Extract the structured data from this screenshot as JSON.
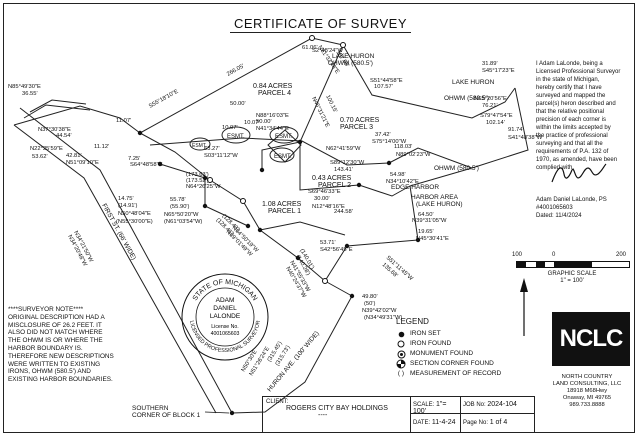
{
  "title": "CERTIFICATE OF SURVEY",
  "certification": [
    "I Adam LaLonde, being a",
    "Licensed Professional Surveyor",
    "in the state of Michigan,",
    "hereby certify that I have",
    "surveyed and mapped the",
    "parcel(s) heron described and",
    "that the relative positional",
    "precision of each corner is",
    "within the limits accepted by",
    "the practice of professional",
    "surveying and that all the",
    "requirements of P.A. 132 of",
    "1970, as amended, have been",
    "complied with."
  ],
  "signer": {
    "name": "Adam Daniel LaLonde, PS",
    "license": "#4001065603",
    "date": "Dated: 11/4/2024"
  },
  "graphic_scale": {
    "ticks": [
      "100",
      "0",
      "200"
    ],
    "label": "GRAPHIC SCALE",
    "units": "1\" = 100'"
  },
  "legend": {
    "title": "LEGEND",
    "items": [
      {
        "label": "IRON SET",
        "icon": "filled-dot-icon"
      },
      {
        "label": "IRON FOUND",
        "icon": "open-circle-icon"
      },
      {
        "label": "MONUMENT FOUND",
        "icon": "monument-icon"
      },
      {
        "label": "SECTION CORNER FOUND",
        "icon": "section-corner-icon"
      },
      {
        "label": "MEASUREMENT OF RECORD",
        "icon": "parentheses-icon"
      }
    ]
  },
  "surveyor_note": {
    "heading": "****SURVEYOR NOTE****",
    "lines": [
      "ORIGINAL DESCRIPTION HAD A",
      "MISCLOSURE OF 26.2 FEET. IT",
      "ALSO DID NOT MATCH WHERE",
      "THE OHWM IS OR WHERE THE",
      "HARBOR BOUNDARY IS.",
      "THEREFORE NEW DESCRIPTIONS",
      "WERE WRITTEN TO EXISTING",
      "IRONS, OHWM (580.5') AND",
      "EXISTING HARBOR BOUNDARIES."
    ]
  },
  "seal": {
    "top_text": "STATE OF MICHIGAN",
    "bottom_text": "LICENSED PROFESSIONAL SURVEYOR",
    "first": "ADAM",
    "middle": "DANIEL",
    "last": "LALONDE",
    "license_label": "License No.",
    "license_number": "4001065603"
  },
  "firm": {
    "logo": "NCLC",
    "name_1": "NORTH COUNTRY",
    "name_2": "LAND CONSULTING, LLC",
    "address_1": "18918 M68Hwy",
    "address_2": "Onaway, MI 49765",
    "phone": "989.733.8888"
  },
  "title_block": {
    "client_label": "CLIENT:",
    "client": "ROGERS CITY BAY HOLDINGS",
    "client_sub": "---- ",
    "scale_label": "SCALE:",
    "scale": "1\"= 100'",
    "job_label": "JOB No:",
    "job": "2024-104",
    "date_label": "DATE:",
    "date": "11-4-24",
    "page_label": "Page No:",
    "page": "1 of 4"
  },
  "plat": {
    "areas": {
      "parcel1_acres": "1.08 ACRES",
      "parcel1_name": "PARCEL 1",
      "parcel2_acres": "0.43 ACRES",
      "parcel2_name": "PARCEL 2",
      "parcel3_acres": "0.70 ACRES",
      "parcel3_name": "PARCEL 3",
      "parcel4_acres": "0.84 ACRES",
      "parcel4_name": "PARCEL 4"
    },
    "water": {
      "lake_huron_1": "LAKE HURON",
      "ohwm_1": "OHWM (580.5')",
      "lake_huron_2": "LAKE HURON",
      "ohwm_2": "OHWM (580.5')",
      "ohwm_3": "OHWM (580.5')",
      "edge_harbor": "EDGE HARBOR",
      "harbor_area": "HARBOR AREA",
      "harbor_lake": "(LAKE HURON)"
    },
    "streets": {
      "first_st": "FIRST ST. (66' WIDE)",
      "huron_ave": "HURON AVE. (100' WIDE)",
      "southern_corner_1": "SOUTHERN",
      "southern_corner_2": "CORNER OF BLOCK 1"
    },
    "easements": [
      "ESMT.",
      "ESMT.",
      "ESMT.",
      "ESMT."
    ],
    "bearings": [
      "N85°49'30\"E",
      "36.55'",
      "N37°30'38\"E",
      "44.54'",
      "N22°25'59\"E",
      "53.62'",
      "42.81'",
      "N51°09'10\"E",
      "11.12'",
      "S64°48'58\"E",
      "7.25'",
      "11.07'",
      "S55°18'10\"E",
      "266.05'",
      "S2°48'24\"W",
      "61.06'",
      "N31°32'48\"E",
      "107.06'",
      "N45°31'21\"E",
      "100.15'",
      "S51°44'58\"E",
      "107.57'",
      "31.89'",
      "S45°17'23\"E",
      "S79°47'54\"E",
      "102.14'",
      "N65°20'56\"E",
      "76.21'",
      "91.74'",
      "S41°48'38\"W",
      "50.00'",
      "N41°34'44\"E",
      "N88°16'03\"E",
      "10.07'",
      "50.00'",
      "10.07'",
      "37.42'",
      "S75°14'00\"W",
      "N62°41'59\"W",
      "118.03'",
      "N89°02'23\"W",
      "S89°12'30\"W",
      "143.41'",
      "54.98'",
      "N34°10'42\"E",
      "(173.63')",
      "(173.52')",
      "N64°26'25\"W",
      "63.27'",
      "S03°11'12\"W",
      "S69°46'33\"E",
      "30.00'",
      "N12°48'16\"E",
      "244.58'",
      "64.50'",
      "N39°31'05\"W",
      "19.65'",
      "N45°30'41\"E",
      "14.75'",
      "(14.91')",
      "N50°48'04\"E",
      "(N55°30'00\"E)",
      "55.78'",
      "(55.90')",
      "N65°50'20\"W",
      "(N61°03'54\"W)",
      "(128.41')",
      "(128.43')",
      "N69°01'49\"W",
      "N64°50'19\"W",
      "53.71'",
      "S42°56'45\"E",
      "135.68'",
      "S51°11'45\"W",
      "(140.01')",
      "(140.28')",
      "N41°55'33\"W",
      "N40°24'37\"W",
      "49.80'",
      "(50')",
      "N39°42'02\"W",
      "(N34°49'31\"W)",
      "N34°20'48\"W",
      "N34°21'50\"W",
      "(315.45')",
      "(315.73')",
      "N50°30'E",
      "N51°26'24\"E"
    ]
  }
}
